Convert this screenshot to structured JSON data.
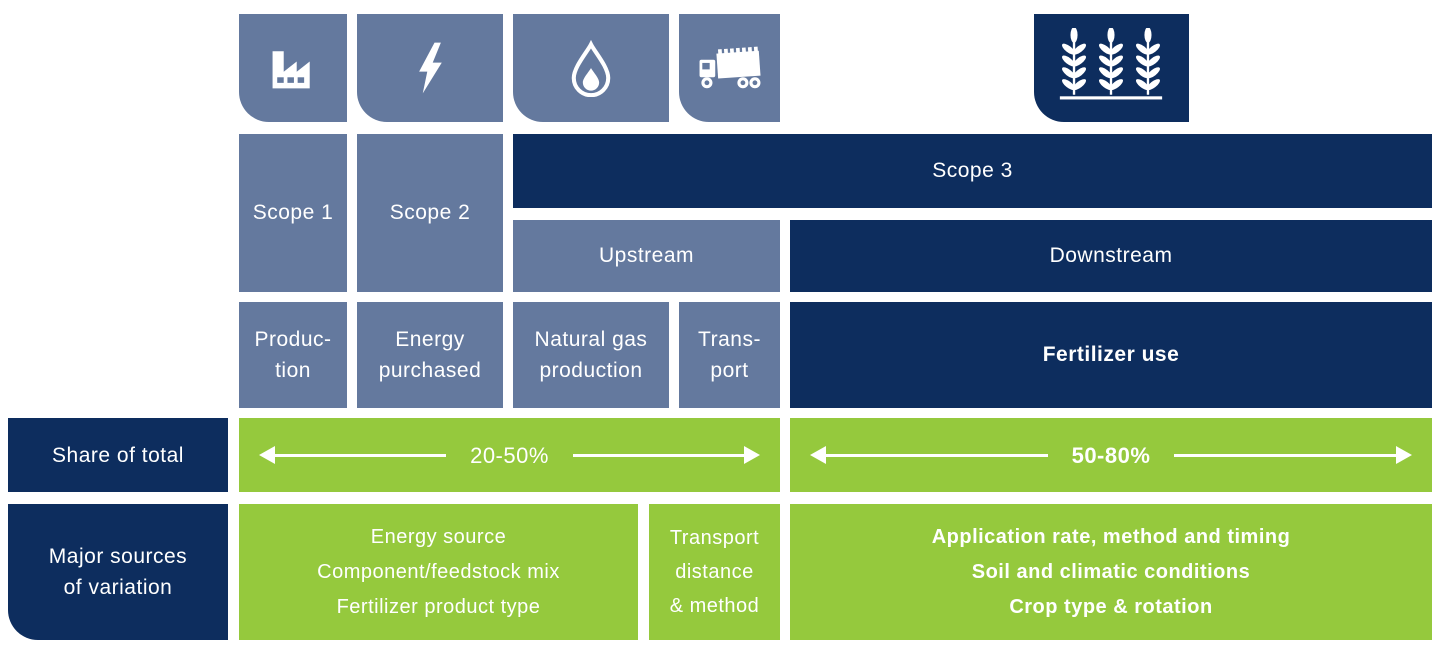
{
  "palette": {
    "navy": "#0D2D5E",
    "slate": "#64799E",
    "green": "#95C93D",
    "white": "#FFFFFF"
  },
  "icons": [
    "factory-icon",
    "lightning-icon",
    "droplet-icon",
    "truck-icon",
    "wheat-icon"
  ],
  "scopes": {
    "scope1": "Scope 1",
    "scope2": "Scope 2",
    "scope3": "Scope 3"
  },
  "streams": {
    "upstream": "Upstream",
    "downstream": "Downstream"
  },
  "stages": {
    "production": "Produc-\ntion",
    "energy_purchased": "Energy\npurchased",
    "natural_gas": "Natural gas\nproduction",
    "transport": "Trans-\nport",
    "fertilizer_use": "Fertilizer use"
  },
  "share_of_total": {
    "label": "Share of total",
    "upstream_range": "20-50%",
    "downstream_range": "50-80%"
  },
  "variation": {
    "label": "Major sources\nof variation",
    "upstream": "Energy source\nComponent/feedstock mix\nFertilizer product type",
    "transport": "Transport\ndistance\n& method",
    "downstream": "Application rate, method and timing\nSoil and climatic conditions\nCrop type & rotation"
  }
}
